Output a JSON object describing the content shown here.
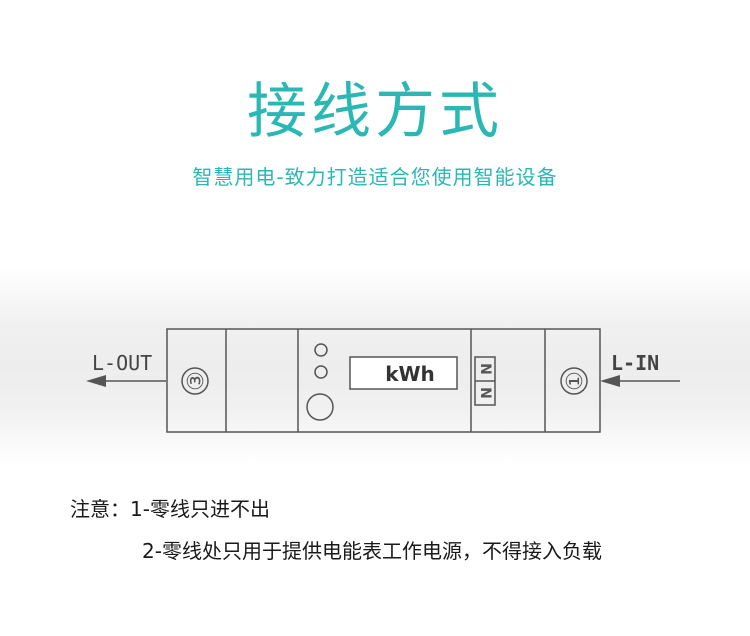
{
  "header": {
    "title": "接线方式",
    "subtitle": "智慧用电-致力打造适合您使用智能设备"
  },
  "diagram": {
    "left_label": "L-OUT",
    "right_label": "L-IN",
    "left_terminal": "③",
    "right_terminal": "①",
    "display_unit": "kWh",
    "n_marks": [
      "N",
      "N"
    ]
  },
  "notes": {
    "line1": "注意：1-零线只进不出",
    "line2": "2-零线处只用于提供电能表工作电源，不得接入负载"
  },
  "colors": {
    "accent": "#2bb7b3",
    "line": "#555555"
  }
}
